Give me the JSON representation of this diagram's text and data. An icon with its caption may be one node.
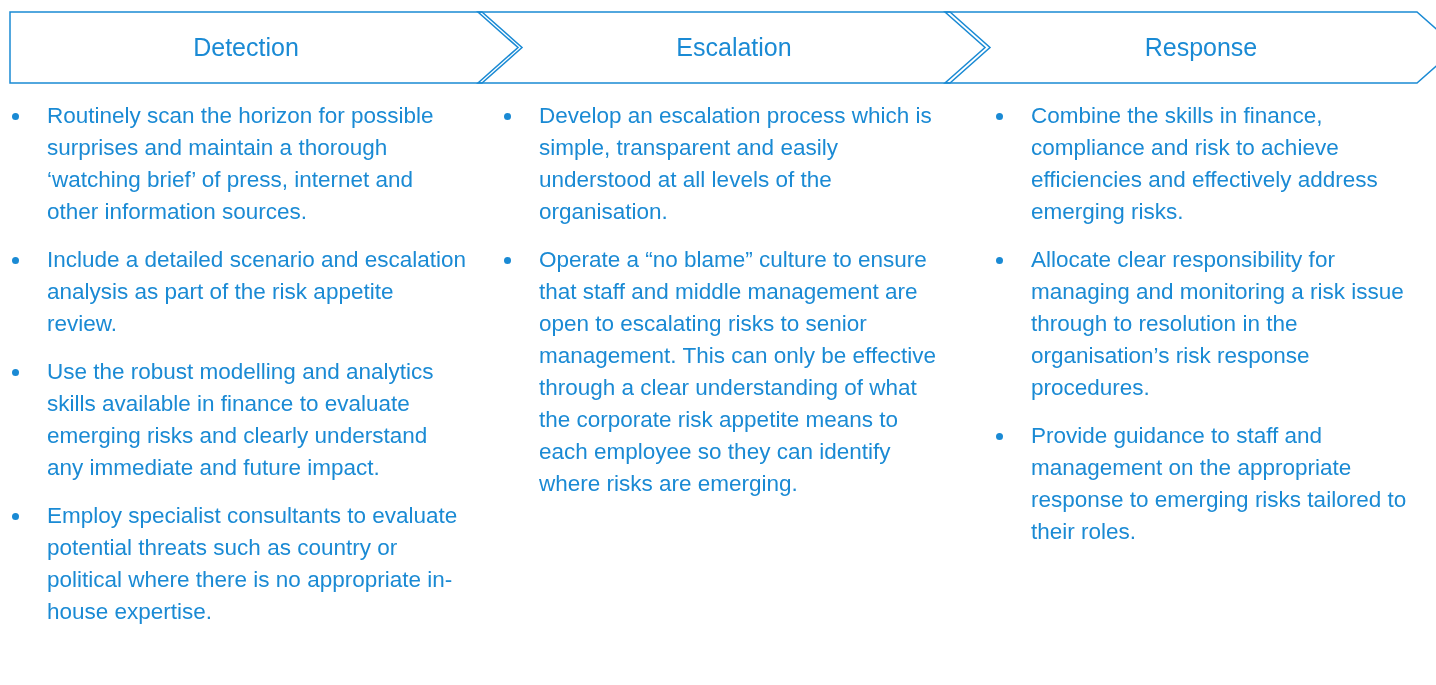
{
  "diagram": {
    "nodes": [
      {
        "text": [
          "Detection"
        ]
      },
      {
        "text": [
          "Escalation"
        ]
      },
      {
        "text": [
          "Response"
        ]
      }
    ],
    "labels": [
      "Routinely scan the horizon for possible surprises and maintain a thorough ‘watching brief’ of press, internet and other information sources.",
      "Include a detailed scenario and escalation analysis as part of the risk appetite review.",
      "Use the robust modelling and analytics skills available in finance to evaluate emerging risks and clearly understand any immediate and future impact.",
      "Employ specialist consultants to evaluate potential threats such as country or political where there is no appropriate in-house expertise.",
      "Develop an escalation process which is simple, transparent and easily understood at all levels of the organisation.",
      "Operate a “no blame” culture to ensure that staff and middle management are open to escalating risks to senior management. This can only be effective through a clear understanding of what the corporate risk appetite means to each employee so they can identify where risks are emerging.",
      "Combine the skills in finance, compliance and risk to achieve efficiencies and effectively address emerging risks.",
      "Allocate clear responsibility for managing and monitoring a risk issue through to resolution in the organisation’s risk response procedures.",
      "Provide guidance to staff and management on the appropriate response to emerging risks tailored to their roles."
    ]
  }
}
